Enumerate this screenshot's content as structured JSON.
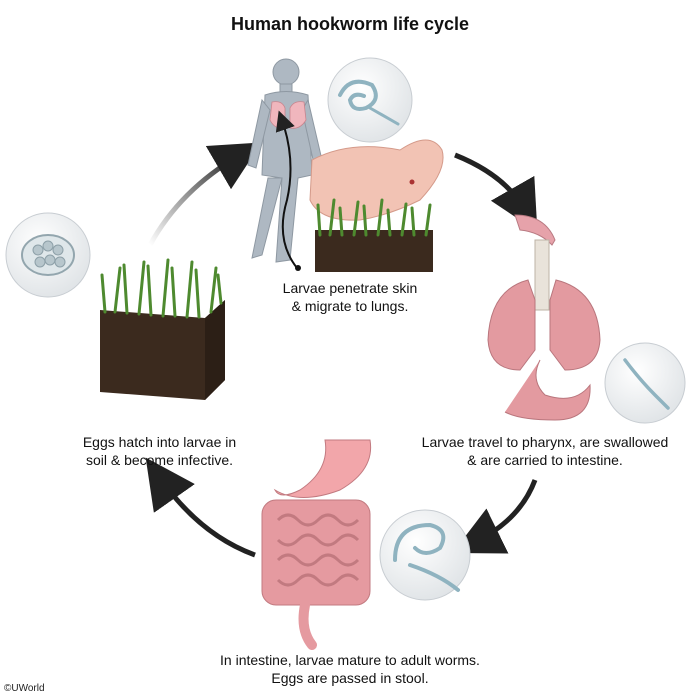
{
  "title": "Human hookworm life cycle",
  "stages": [
    {
      "line1": "Larvae penetrate skin",
      "line2": "& migrate to lungs."
    },
    {
      "line1": "Larvae travel to pharynx, are swallowed",
      "line2": "& are carried to intestine."
    },
    {
      "line1": "In intestine, larvae mature to adult worms.",
      "line2": "Eggs are passed in stool."
    },
    {
      "line1": "Eggs hatch into larvae in",
      "line2": "soil & become infective."
    }
  ],
  "copyright": "©UWorld",
  "icons": {
    "human": "human-figure-icon",
    "foot": "foot-icon",
    "lungs": "lungs-pharynx-icon",
    "intestine": "intestine-icon",
    "soil": "soil-grass-icon",
    "egg": "egg-magnified-icon",
    "larva": "larva-magnified-icon"
  },
  "colors": {
    "arrow": "#222222",
    "grass": "#4e8a2f",
    "soil": "#3b2a1e",
    "organ": "#e39aa0"
  }
}
